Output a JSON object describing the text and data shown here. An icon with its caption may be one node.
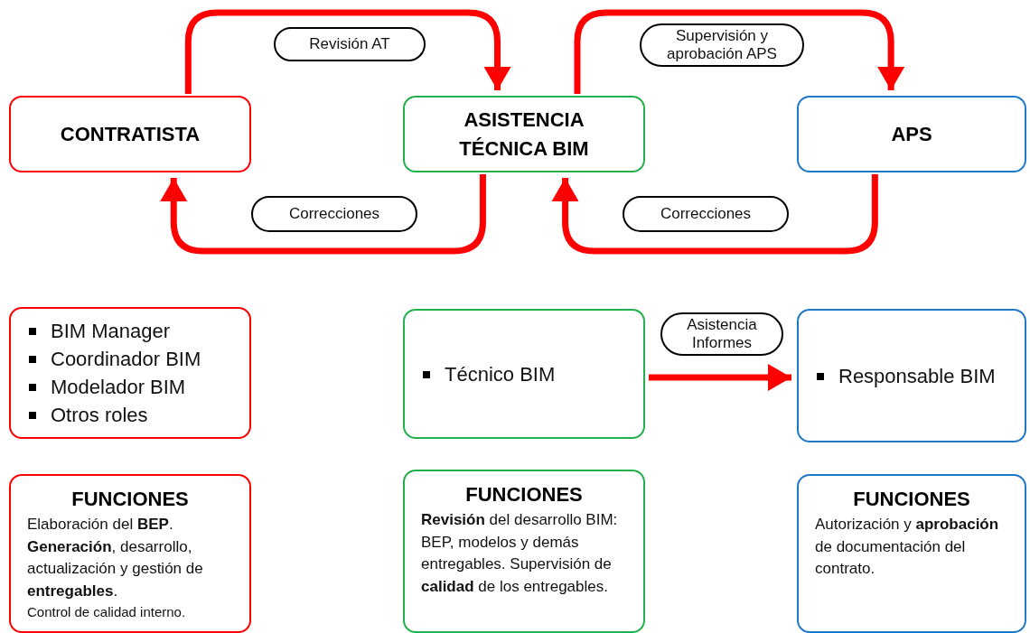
{
  "diagram": {
    "nodes": [
      {
        "text": [
          "CONTRATISTA"
        ]
      },
      {
        "text": [
          "ASISTENCIA TÉCNICA BIM"
        ]
      },
      {
        "text": [
          "APS"
        ]
      },
      {
        "text": [
          "BIM Manager",
          "Coordinador BIM",
          "Modelador BIM",
          "Otros roles"
        ]
      },
      {
        "text": [
          "Técnico BIM"
        ]
      },
      {
        "text": [
          "Responsable BIM"
        ]
      },
      {
        "text": [
          "FUNCIONES",
          "Elaboración del **BEP**. **Generación**, desarrollo, actualización y gestión de **entregables**.",
          "Control de calidad interno."
        ]
      },
      {
        "text": [
          "FUNCIONES",
          "**Revisión** del desarrollo BIM: BEP, modelos y demás entregables. Supervisión de **calidad** de los entregables."
        ]
      },
      {
        "text": [
          "FUNCIONES",
          "Autorización y **aprobación** de documentación del contrato."
        ]
      }
    ],
    "edges": [
      {
        "from": 0,
        "to": 1,
        "arrow": "to",
        "label": "Revisión AT"
      },
      {
        "from": 1,
        "to": 2,
        "arrow": "to",
        "label": "Supervisión y aprobación APS"
      },
      {
        "from": 1,
        "to": 0,
        "arrow": "to",
        "label": "Correcciones"
      },
      {
        "from": 2,
        "to": 1,
        "arrow": "to",
        "label": "Correcciones"
      },
      {
        "from": 4,
        "to": 5,
        "arrow": "to",
        "label": "Asistencia Informes"
      }
    ]
  }
}
